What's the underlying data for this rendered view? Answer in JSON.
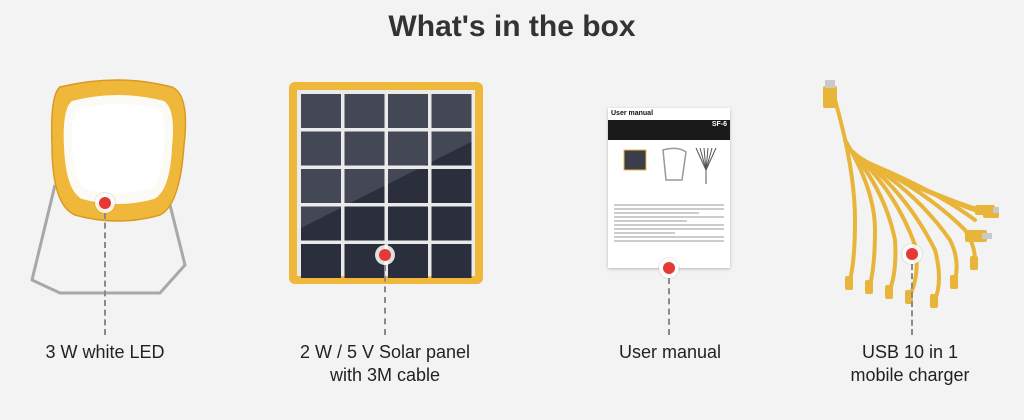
{
  "title": "What's in the box",
  "items": [
    {
      "caption_line1": "3 W white LED",
      "caption_line2": ""
    },
    {
      "caption_line1": "2 W / 5 V Solar panel",
      "caption_line2": "with 3M cable"
    },
    {
      "caption_line1": "User manual",
      "caption_line2": ""
    },
    {
      "caption_line1": "USB 10 in 1",
      "caption_line2": "mobile charger"
    }
  ],
  "manual": {
    "heading": "User manual",
    "code": "SF-6"
  },
  "colors": {
    "accent_yellow": "#f0b83a",
    "marker_red": "#e53935",
    "panel_cell": "#2b2f3d"
  }
}
